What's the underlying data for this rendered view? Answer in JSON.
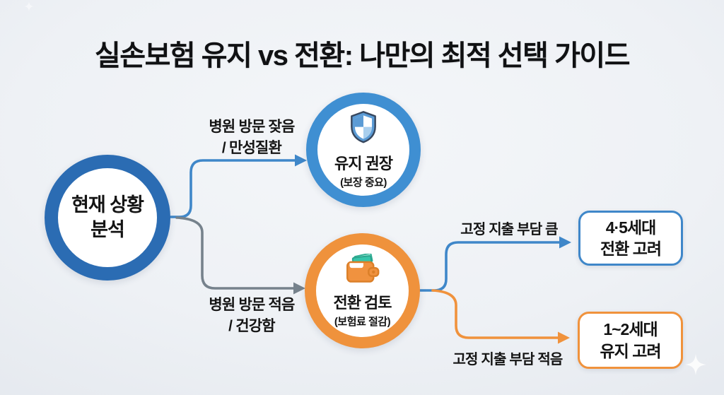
{
  "title": "실손보험 유지 vs 전환: 나만의 최적 선택 가이드",
  "nodes": {
    "root": {
      "line1": "현재 상황",
      "line2": "분석"
    },
    "maintain": {
      "icon": "shield-check-icon",
      "title": "유지 권장",
      "subtitle": "(보장 중요)"
    },
    "convert": {
      "icon": "wallet-icon",
      "title": "전환 검토",
      "subtitle": "(보험료 절감)"
    },
    "gen45": {
      "line1": "4·5세대",
      "line2": "전환 고려"
    },
    "gen12": {
      "line1": "1~2세대",
      "line2": "유지 고려"
    }
  },
  "edge_labels": {
    "to_maintain": {
      "line1": "병원 방문 잦음",
      "line2": "/ 만성질환"
    },
    "to_convert": {
      "line1": "병원 방문 적음",
      "line2": "/ 건강함"
    },
    "to_gen45": "고정 지출 부담 큼",
    "to_gen12": "고정 지출 부담 적음"
  },
  "decorations": {
    "sparkle": "sparkle-icon"
  },
  "colors": {
    "root_ring": "#2b6cb3",
    "maintain_ring": "#3f8fd2",
    "convert_ring": "#ef923c",
    "blue_edge": "#3f87c9",
    "gray_edge": "#76828c",
    "orange_edge": "#f0923c",
    "text": "#131313",
    "background": "#eef1f5"
  }
}
